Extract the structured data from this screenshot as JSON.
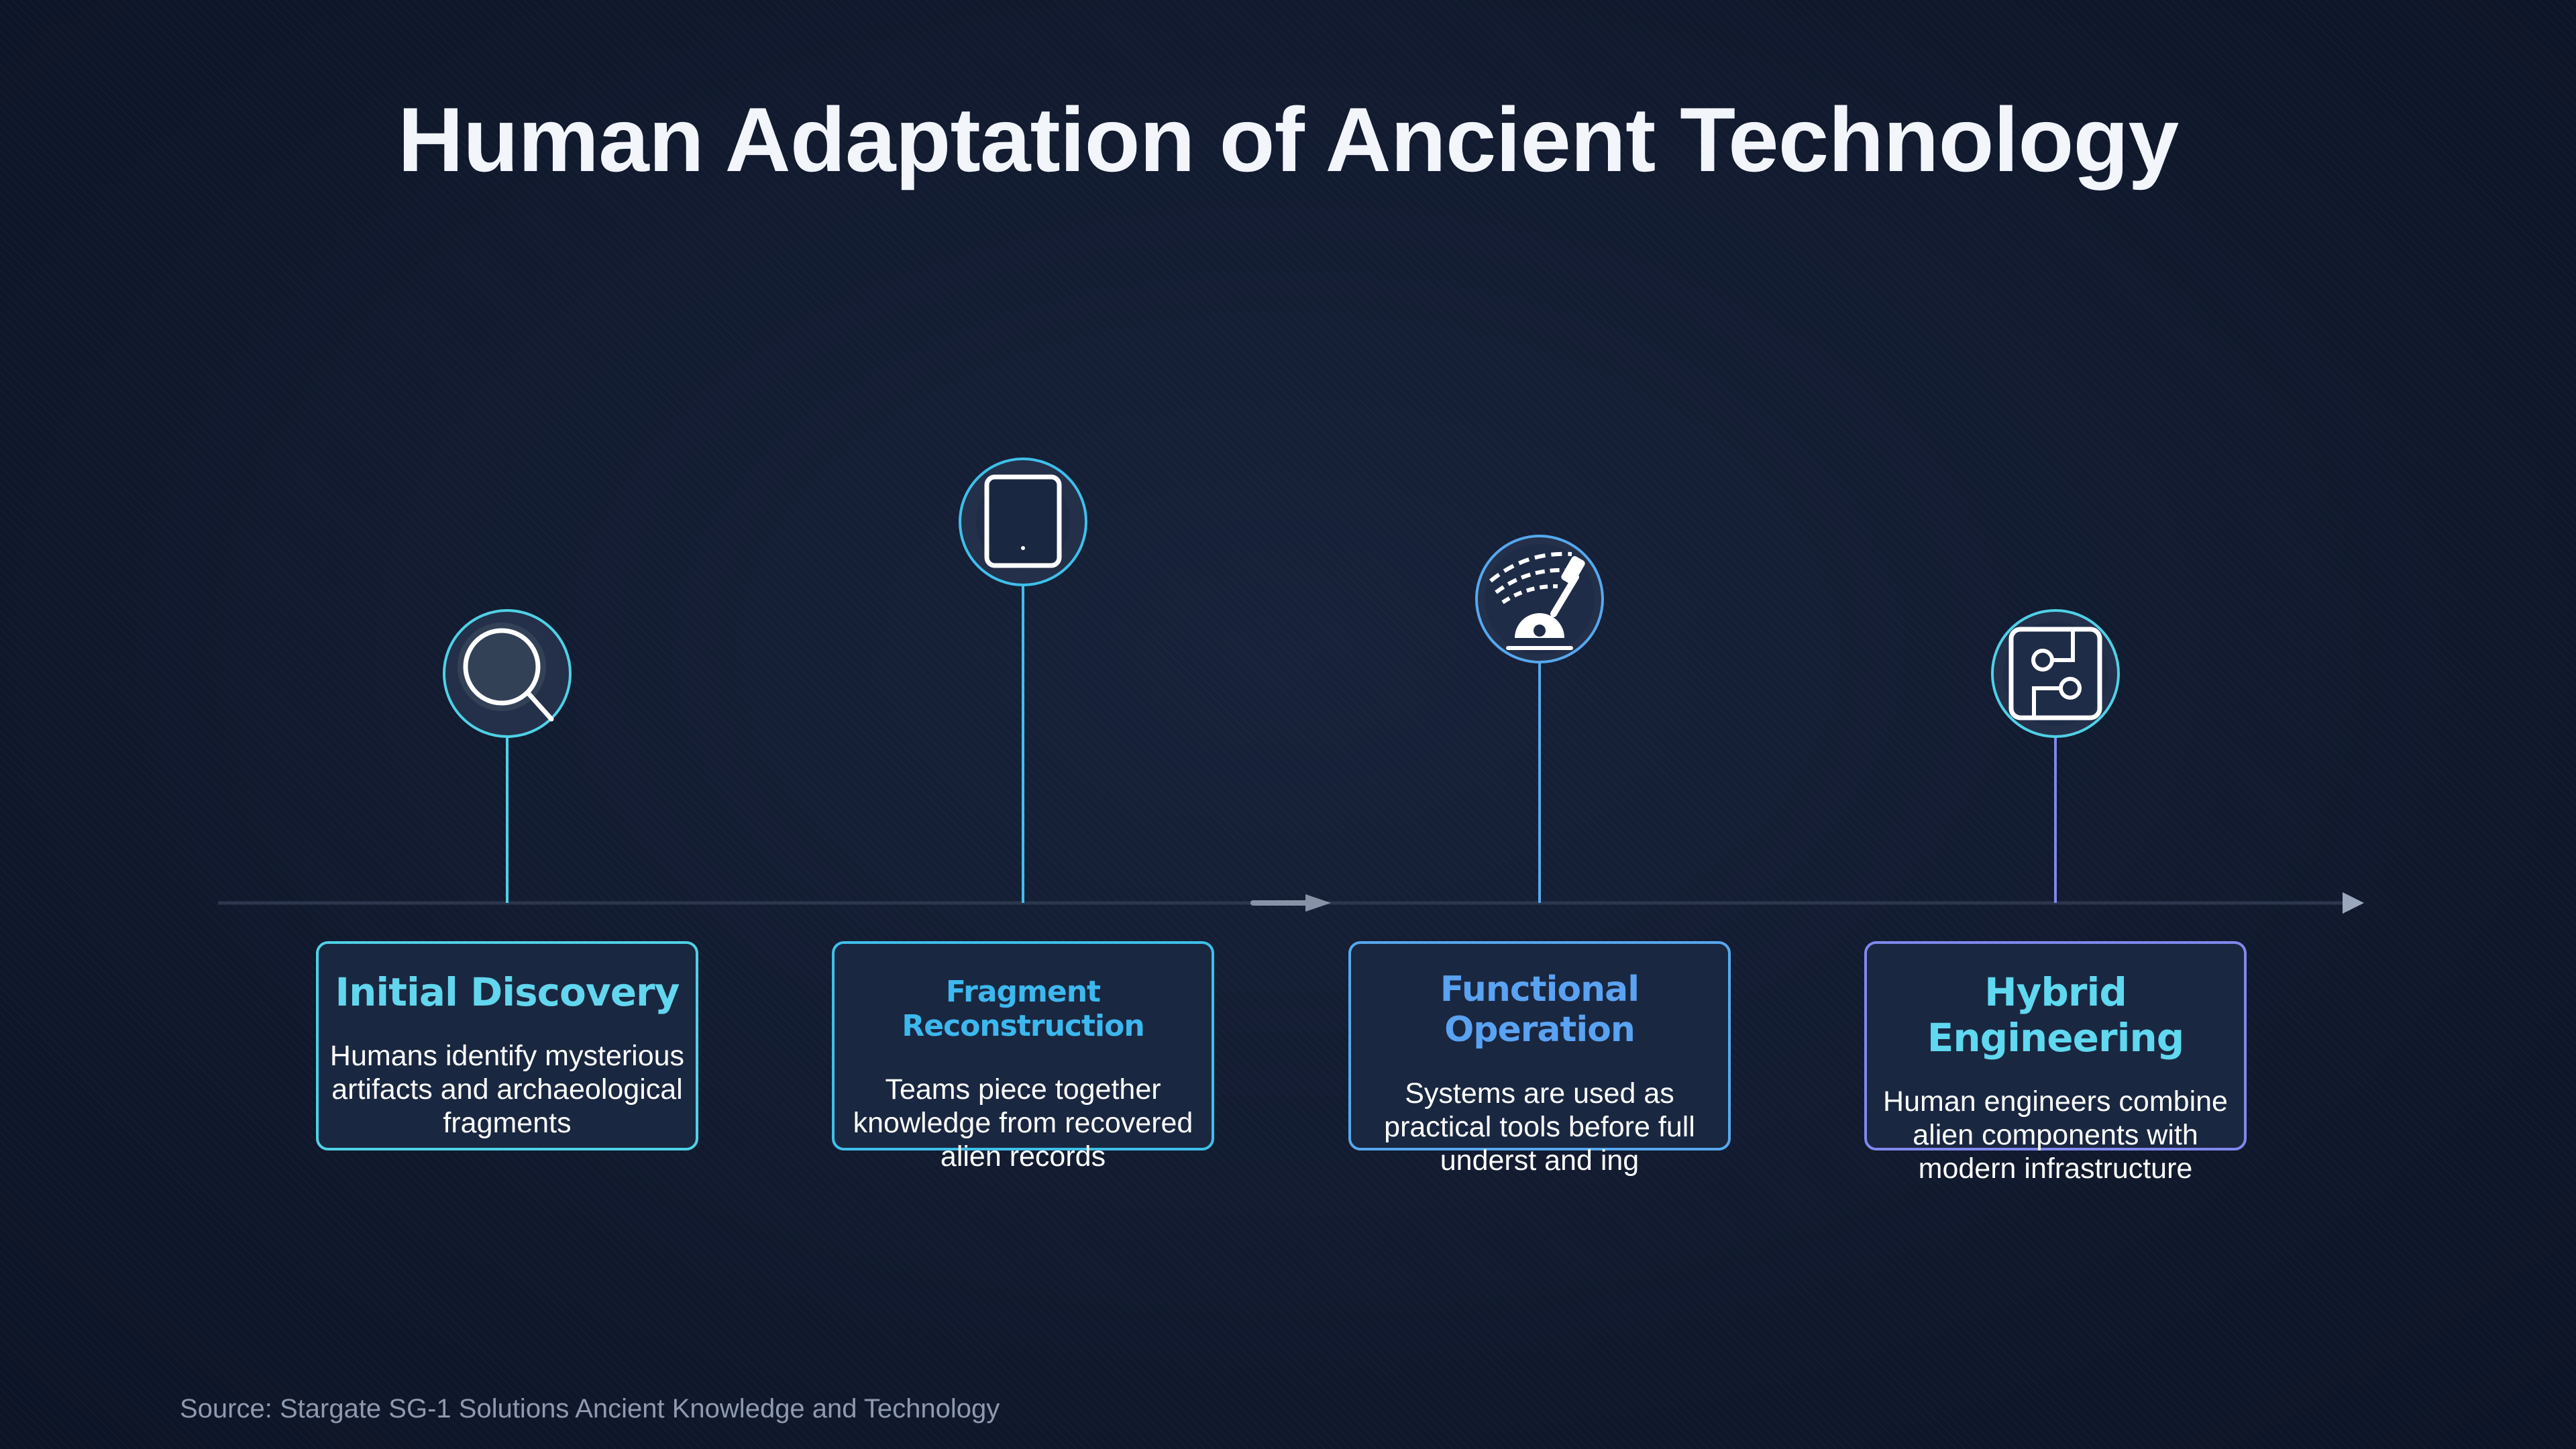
{
  "title": "Human Adaptation of Ancient Technology",
  "stages": [
    {
      "title": "Initial Discovery",
      "description": "Humans identify mysterious artifacts and archaeological fragments",
      "icon": "magnifying-glass-icon",
      "color": "#4fd1e6",
      "title_color": "#62d6ee"
    },
    {
      "title": "Fragment Reconstruction",
      "description": "Teams piece together knowledge from recovered alien records",
      "icon": "tablet-icon",
      "color": "#3ec0ea",
      "title_color": "#3db8ee"
    },
    {
      "title": "Functional Operation",
      "description": "Systems are used as practical tools before full underst and ing",
      "icon": "control-lever-icon",
      "color": "#56a8ee",
      "title_color": "#5aa2f2"
    },
    {
      "title": "Hybrid Engineering",
      "description": "Human engineers combine alien components with modern infrastructure",
      "icon": "circuit-board-icon",
      "color": "#8088ee",
      "title_color": "#5fd8f0"
    }
  ],
  "source": "Source: Stargate SG-1 Solutions Ancient Knowledge and Technology"
}
